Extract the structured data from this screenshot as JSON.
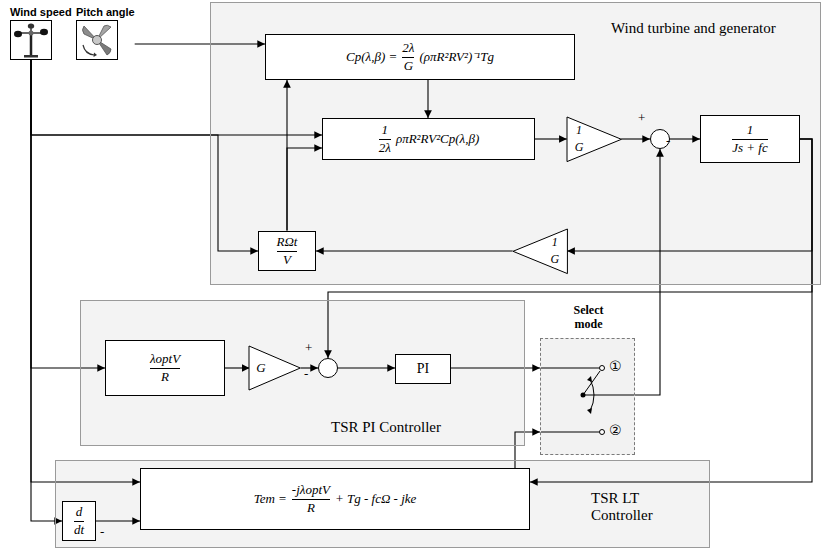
{
  "diagram": {
    "nodes": [
      {
        "text": [
          "Wind speed"
        ]
      },
      {
        "text": [
          "Pitch angle"
        ]
      },
      {
        "text": [
          "Wind turbine and generator"
        ]
      },
      {
        "text": [
          "Cp(λ,β) =",
          "2λ",
          "G",
          "(ρπR²RV²)⁻¹Tg"
        ],
        "in": 2
      },
      {
        "text": [
          "1",
          "2λ",
          "ρπR²RV²Cp(λ,β)"
        ],
        "in": 2
      },
      {
        "text": [
          "1",
          "G"
        ],
        "in": 2
      },
      {
        "text": [
          "+",
          "-"
        ],
        "in": 2
      },
      {
        "text": [
          "1",
          "Js + fc"
        ],
        "in": 2
      },
      {
        "text": [
          "1",
          "G"
        ],
        "in": 2
      },
      {
        "text": [
          "RΩt",
          "V"
        ],
        "in": 2
      },
      {
        "text": [
          "TSR PI Controller"
        ]
      },
      {
        "text": [
          "λoptV",
          "R"
        ],
        "in": 10
      },
      {
        "text": [
          "G"
        ],
        "in": 10
      },
      {
        "text": [
          "+",
          "-"
        ],
        "in": 10
      },
      {
        "text": [
          "PI"
        ],
        "in": 10
      },
      {
        "text": [
          "Select mode",
          "①",
          "②"
        ]
      },
      {
        "text": [
          "TSR LT Controller"
        ]
      },
      {
        "text": [
          "d",
          "dt"
        ],
        "in": 16
      },
      {
        "text": [
          "Tem =",
          "-jλoptV",
          "R",
          "+ Tg - fcΩ - jke"
        ],
        "in": 16
      }
    ],
    "edges": [
      {
        "from": 0,
        "to": 4,
        "arrow": "to"
      },
      {
        "from": 0,
        "to": 9,
        "arrow": "to"
      },
      {
        "from": 0,
        "to": 11,
        "arrow": "to"
      },
      {
        "from": 0,
        "to": 18,
        "arrow": "to"
      },
      {
        "from": 0,
        "to": 17,
        "arrow": "to"
      },
      {
        "from": 1,
        "to": 3,
        "arrow": "to"
      },
      {
        "from": 9,
        "to": 3,
        "arrow": "to"
      },
      {
        "from": 9,
        "to": 4,
        "arrow": "to"
      },
      {
        "from": 3,
        "to": 4,
        "arrow": "to"
      },
      {
        "from": 4,
        "to": 5,
        "arrow": "to"
      },
      {
        "from": 5,
        "to": 6,
        "arrow": "to"
      },
      {
        "from": 6,
        "to": 7,
        "arrow": "to"
      },
      {
        "from": 7,
        "to": 8,
        "arrow": "to"
      },
      {
        "from": 8,
        "to": 9,
        "arrow": "to"
      },
      {
        "from": 7,
        "to": 13,
        "arrow": "to"
      },
      {
        "from": 7,
        "to": 18,
        "arrow": "to"
      },
      {
        "from": 11,
        "to": 12,
        "arrow": "to"
      },
      {
        "from": 12,
        "to": 13,
        "arrow": "to"
      },
      {
        "from": 13,
        "to": 14,
        "arrow": "to"
      },
      {
        "from": 14,
        "to": 15,
        "arrow": "to"
      },
      {
        "from": 18,
        "to": 15,
        "arrow": "to"
      },
      {
        "from": 15,
        "to": 6,
        "arrow": "to"
      },
      {
        "from": 17,
        "to": 18,
        "arrow": "to"
      }
    ],
    "labels": [
      "-"
    ]
  }
}
